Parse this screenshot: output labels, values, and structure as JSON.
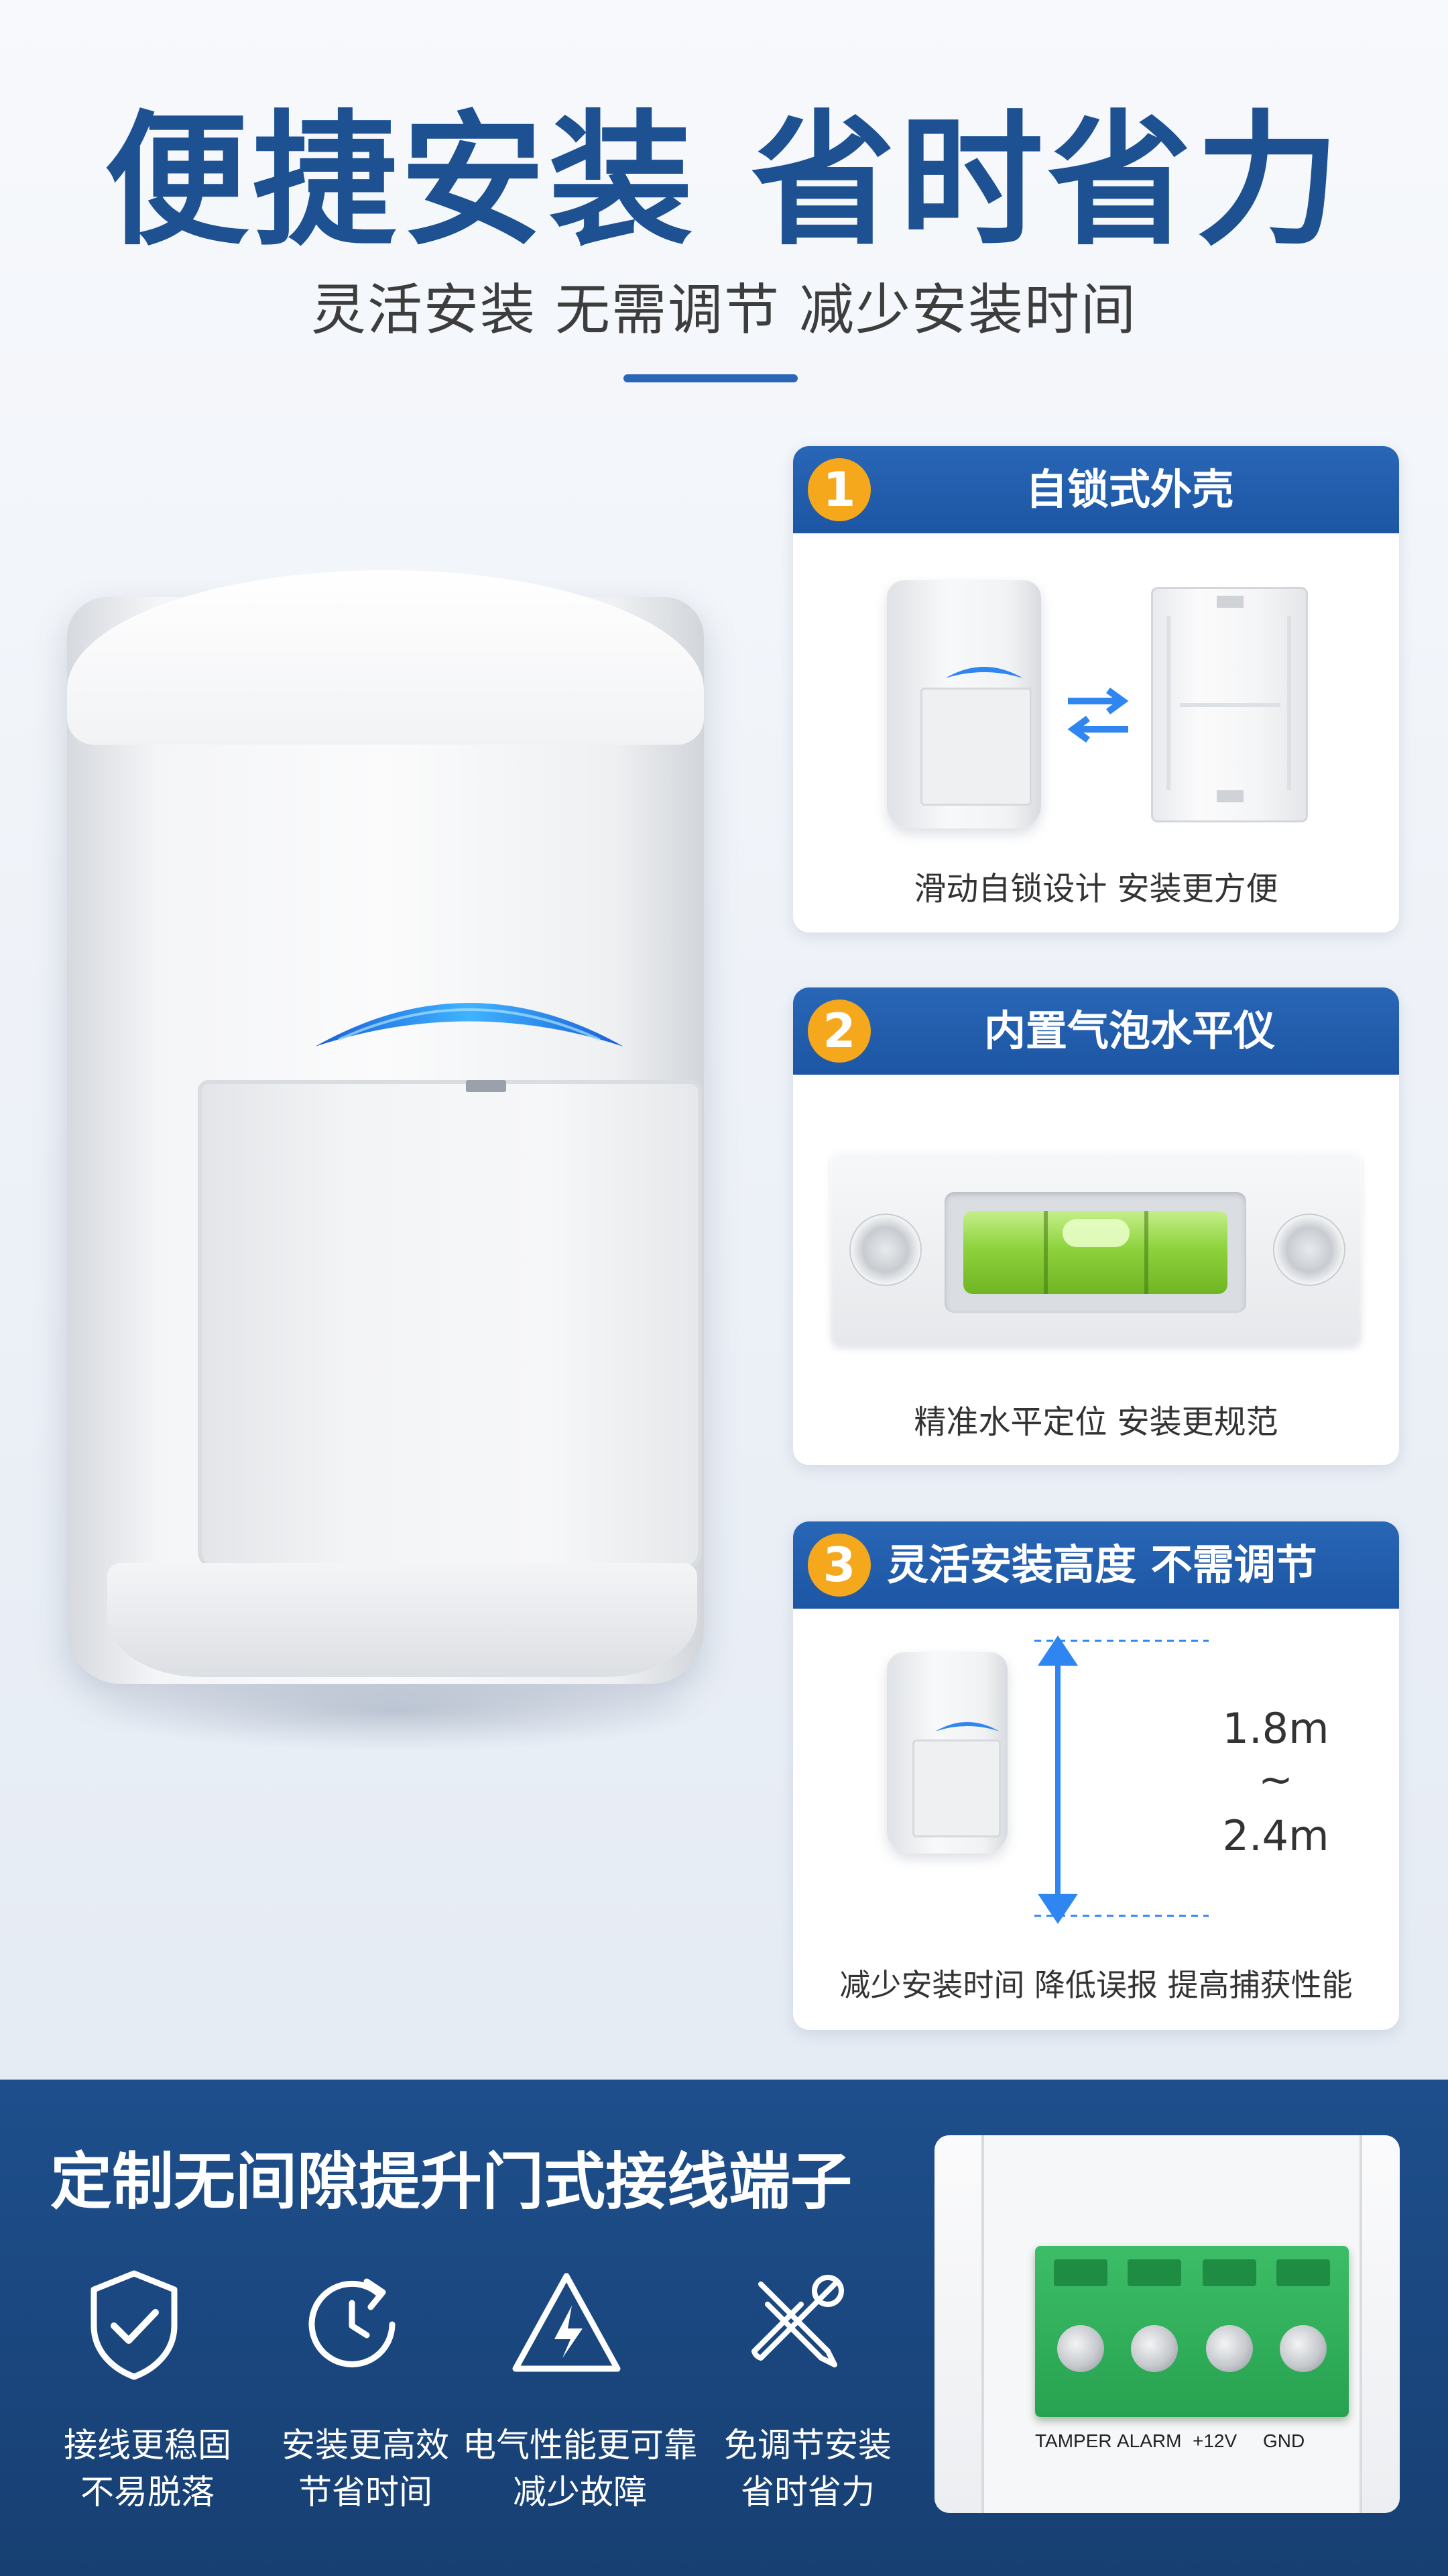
{
  "header": {
    "title": "便捷安装 省时省力",
    "subtitle": "灵活安装 无需调节 减少安装时间"
  },
  "cards": [
    {
      "number": "1",
      "title": "自锁式外壳",
      "caption": "滑动自锁设计 安装更方便"
    },
    {
      "number": "2",
      "title": "内置气泡水平仪",
      "caption": "精准水平定位 安装更规范"
    },
    {
      "number": "3",
      "title": "灵活安装高度 不需调节",
      "caption": "减少安装时间 降低误报 提高捕获性能",
      "height_top": "1.8m",
      "height_sep": "~",
      "height_bottom": "2.4m"
    }
  ],
  "band": {
    "title": "定制无间隙提升门式接线端子",
    "features": [
      {
        "icon": "shield-check-icon",
        "line1": "接线更稳固",
        "line2": "不易脱落"
      },
      {
        "icon": "clock-refresh-icon",
        "line1": "安装更高效",
        "line2": "节省时间"
      },
      {
        "icon": "lightning-warning-icon",
        "line1": "电气性能更可靠",
        "line2": "减少故障"
      },
      {
        "icon": "tools-icon",
        "line1": "免调节安装",
        "line2": "省时省力"
      }
    ],
    "terminal_labels": [
      "TAMPER",
      "ALARM",
      "+12V",
      "GND"
    ]
  },
  "colors": {
    "brand_blue": "#1d5192",
    "header_blue": "#2966b6",
    "badge_orange": "#f5a81c",
    "band_blue": "#1e4f8c"
  }
}
